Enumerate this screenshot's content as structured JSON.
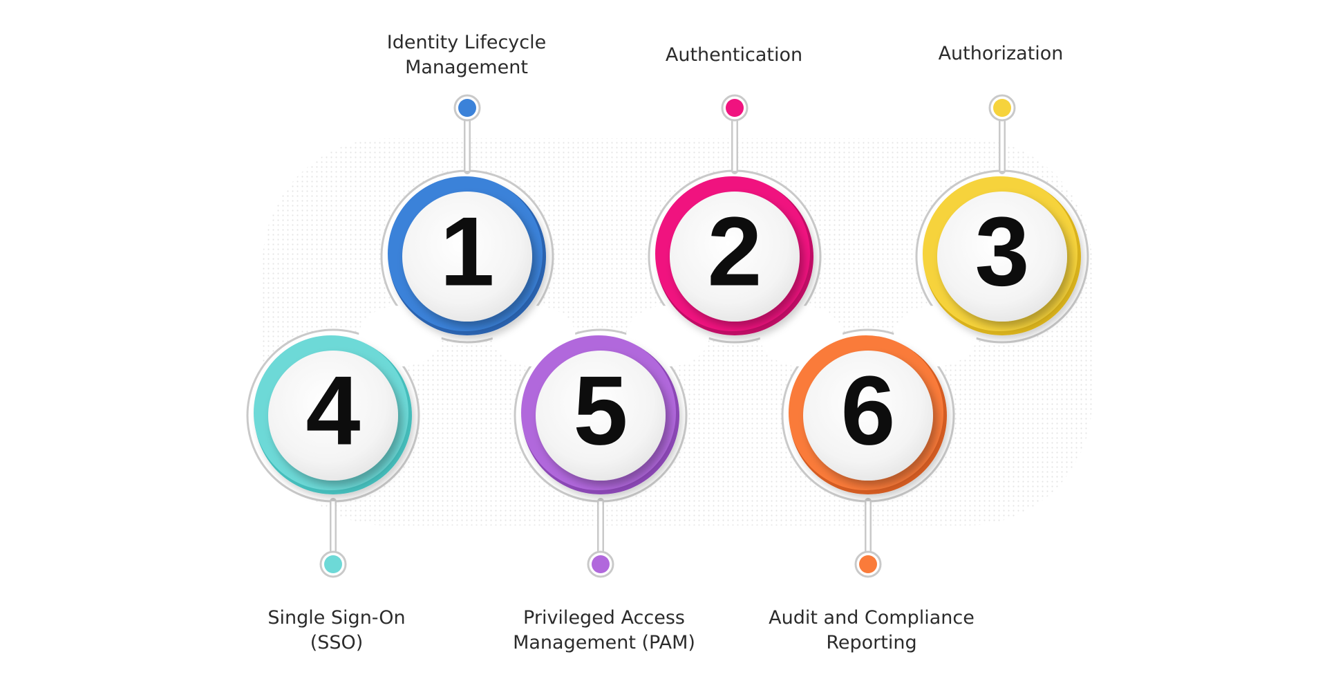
{
  "steps": [
    {
      "number": "1",
      "label": "Identity Lifecycle\nManagement",
      "color": "#3B82D9",
      "color_dark": "#2C63B0",
      "pin": "top"
    },
    {
      "number": "2",
      "label": "Authentication",
      "color": "#F0137F",
      "color_dark": "#C10F66",
      "pin": "top"
    },
    {
      "number": "3",
      "label": "Authorization",
      "color": "#F6D33C",
      "color_dark": "#D9B21E",
      "pin": "top"
    },
    {
      "number": "4",
      "label": "Single Sign-On\n(SSO)",
      "color": "#6DD9D7",
      "color_dark": "#45BDBB",
      "pin": "bottom"
    },
    {
      "number": "5",
      "label": "Privileged Access\nManagement (PAM)",
      "color": "#B168DC",
      "color_dark": "#8B47B5",
      "pin": "bottom"
    },
    {
      "number": "6",
      "label": "Audit and Compliance\nReporting",
      "color": "#FA7B3A",
      "color_dark": "#D45B22",
      "pin": "bottom"
    }
  ],
  "colors": {
    "track_outline": "#c9c9c9",
    "number_text": "#0d0d0d",
    "label_text": "#2b2b2b",
    "connector": "#bdbdbd"
  }
}
